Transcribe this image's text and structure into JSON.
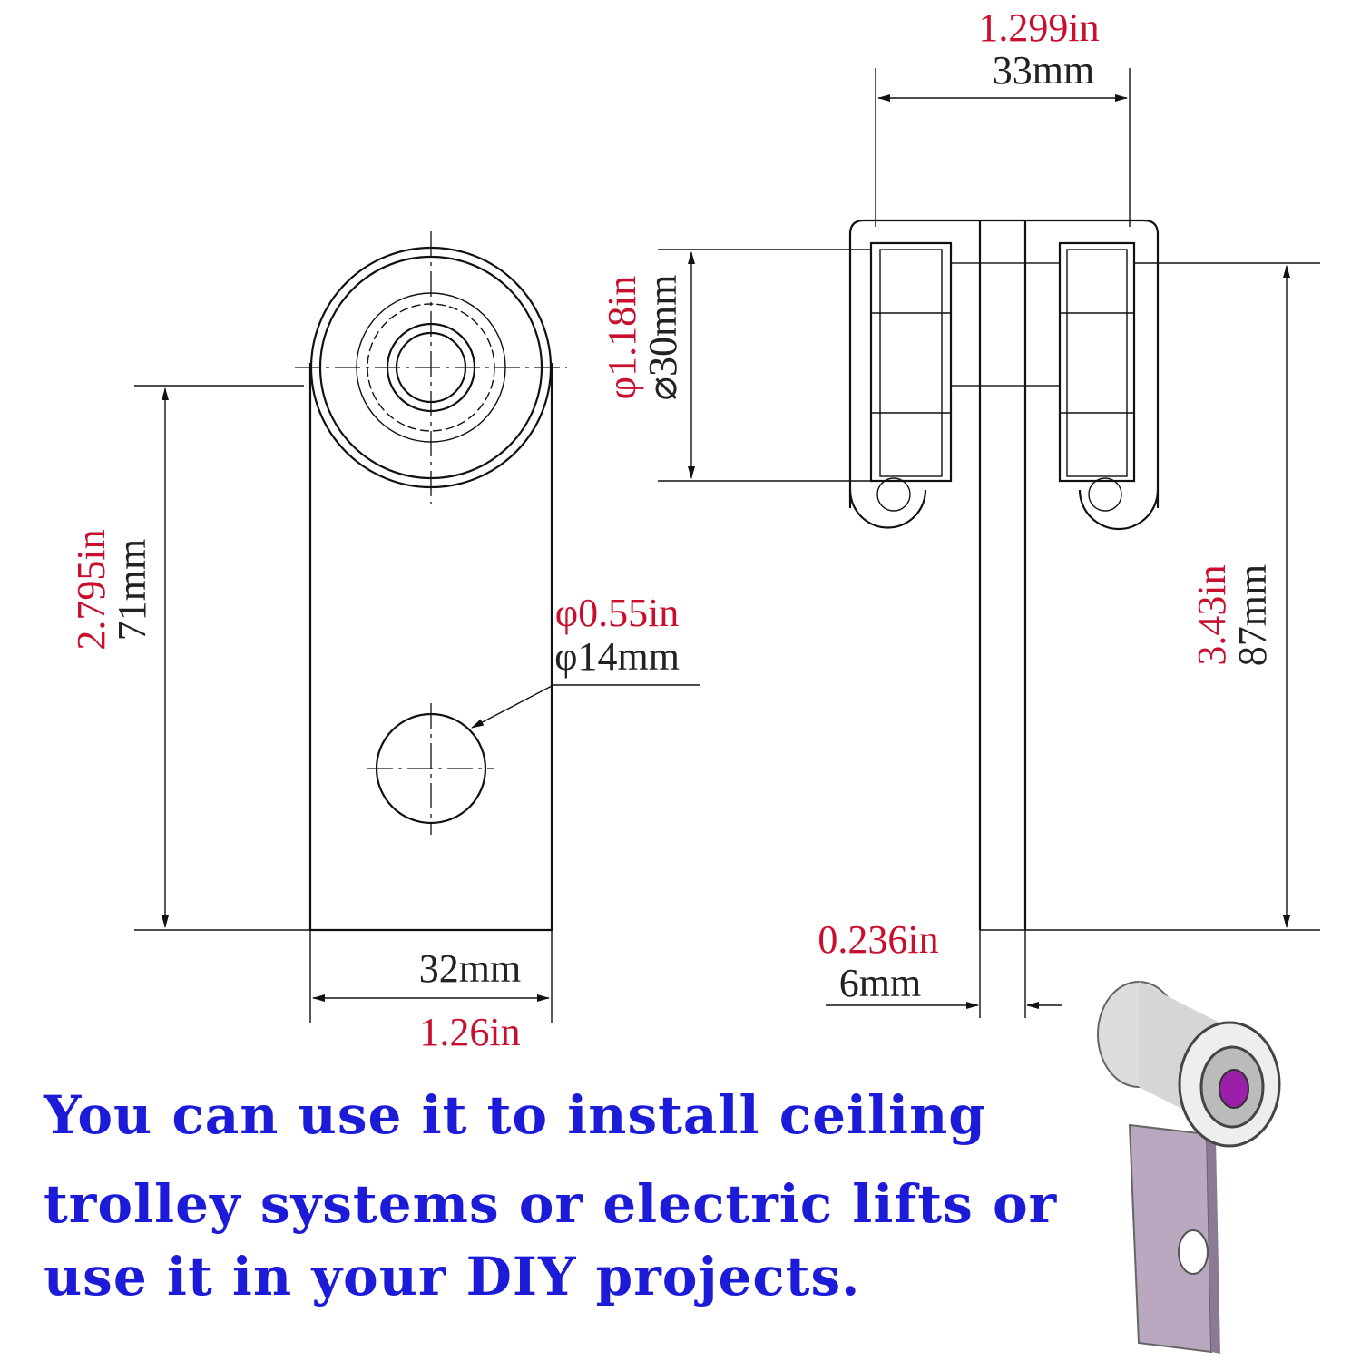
{
  "left_view": {
    "height_in": "2.795in",
    "height_mm": "71mm",
    "hole_in": "φ0.55in",
    "hole_mm": "φ14mm",
    "width_mm": "32mm",
    "width_in": "1.26in"
  },
  "right_view": {
    "width_in": "1.299in",
    "width_mm": "33mm",
    "wheel_in": "φ1.18in",
    "wheel_mm": "⌀30mm",
    "height_in": "3.43in",
    "height_mm": "87mm",
    "thickness_in": "0.236in",
    "thickness_mm": "6mm"
  },
  "caption": {
    "line1": "You can use it to install ceiling",
    "line2": "trolley systems or electric lifts or",
    "line3": "use it in your DIY projects."
  },
  "colors": {
    "imperial": "#c8102e",
    "caption": "#1c1cd8"
  }
}
